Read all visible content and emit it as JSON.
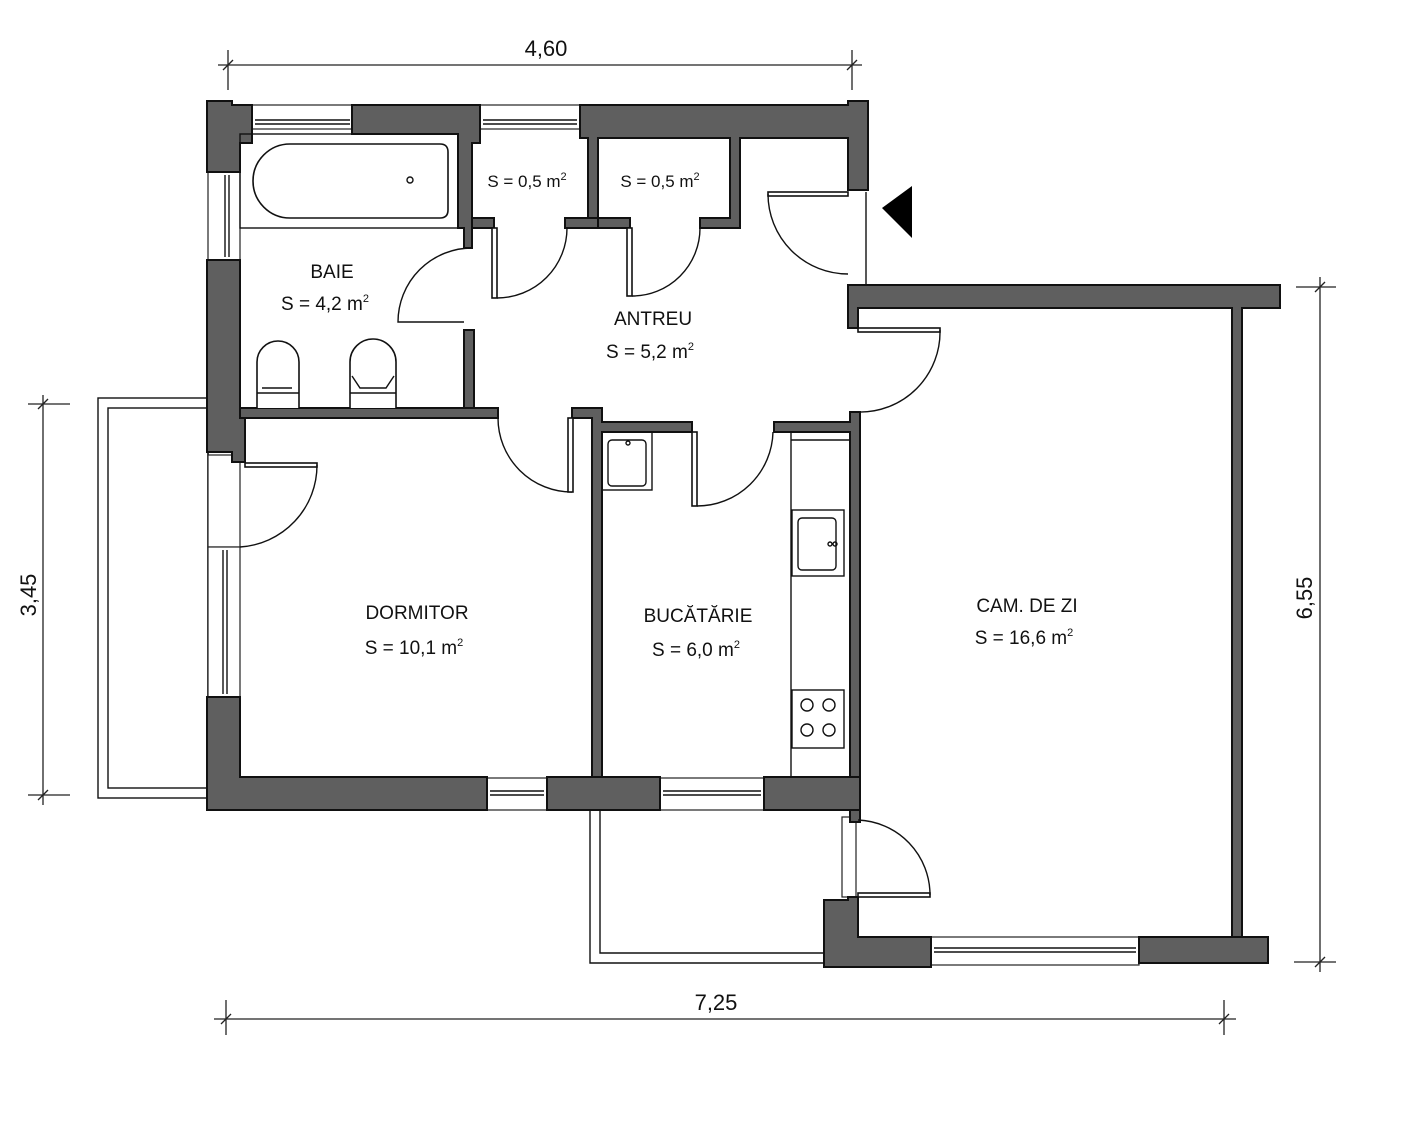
{
  "plan": {
    "type": "apartment floor plan",
    "colors": {
      "wall": "#5f5f5f",
      "wall_outline": "#111111",
      "background": "#ffffff",
      "line": "#111111"
    },
    "area_unit": "m",
    "area_unit_sup": "2",
    "rooms": [
      {
        "id": "baie",
        "name": "BAIE",
        "area_label": "S = 4,2 m",
        "area": 4.2
      },
      {
        "id": "storage1",
        "name": "",
        "area_label": "S = 0,5 m",
        "area": 0.5
      },
      {
        "id": "storage2",
        "name": "",
        "area_label": "S = 0,5 m",
        "area": 0.5
      },
      {
        "id": "antreu",
        "name": "ANTREU",
        "area_label": "S = 5,2 m",
        "area": 5.2
      },
      {
        "id": "dormitor",
        "name": "DORMITOR",
        "area_label": "S = 10,1 m",
        "area": 10.1
      },
      {
        "id": "bucatarie",
        "name": "BUCĂTĂRIE",
        "area_label": "S = 6,0 m",
        "area": 6.0
      },
      {
        "id": "cam_de_zi",
        "name": "CAM. DE ZI",
        "area_label": "S = 16,6 m",
        "area": 16.6
      }
    ],
    "dimensions": {
      "top": "4,60",
      "left": "3,45",
      "bottom": "7,25",
      "right": "6,55"
    },
    "entrance_marker": "entrance-arrow",
    "fixtures": [
      "bathtub",
      "toilet",
      "bidet",
      "washing-machine",
      "kitchen-sink",
      "cooktop"
    ]
  }
}
